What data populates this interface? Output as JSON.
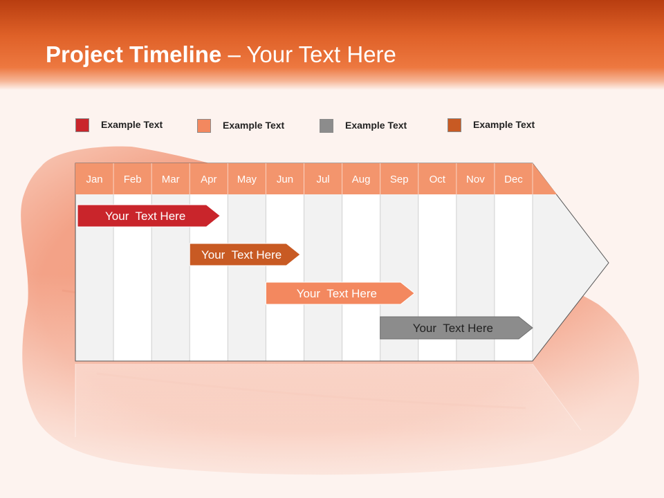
{
  "header": {
    "title_bold": "Project Timeline",
    "title_rest": " – Your Text Here"
  },
  "colors": {
    "header_dark": "#b83d10",
    "header_light": "#ed7840",
    "month_header": "#f3956d",
    "red": "#c9252b",
    "dark_orange": "#c85a23",
    "light_orange": "#f3885f",
    "gray": "#8c8c8c",
    "meat": "#f19a7e"
  },
  "legend": [
    {
      "label": "Example Text",
      "color": "#c9252b"
    },
    {
      "label": "Example Text",
      "color": "#f3885f"
    },
    {
      "label": "Example Text",
      "color": "#8c8c8c"
    },
    {
      "label": "Example Text",
      "color": "#c85a23"
    }
  ],
  "timeline": {
    "months": [
      "Jan",
      "Feb",
      "Mar",
      "Apr",
      "May",
      "Jun",
      "Jul",
      "Aug",
      "Sep",
      "Oct",
      "Nov",
      "Dec"
    ],
    "tasks": [
      {
        "label": "Your  Text Here",
        "color": "#c9252b",
        "start": 0,
        "end": 3.8
      },
      {
        "label": "Your  Text Here",
        "color": "#c85a23",
        "start": 3.0,
        "end": 5.9
      },
      {
        "label": "Your  Text Here",
        "color": "#f3885f",
        "start": 5.0,
        "end": 8.9
      },
      {
        "label": "Your  Text Here",
        "color": "#8c8c8c",
        "start": 8.0,
        "end": 12.0
      }
    ]
  }
}
